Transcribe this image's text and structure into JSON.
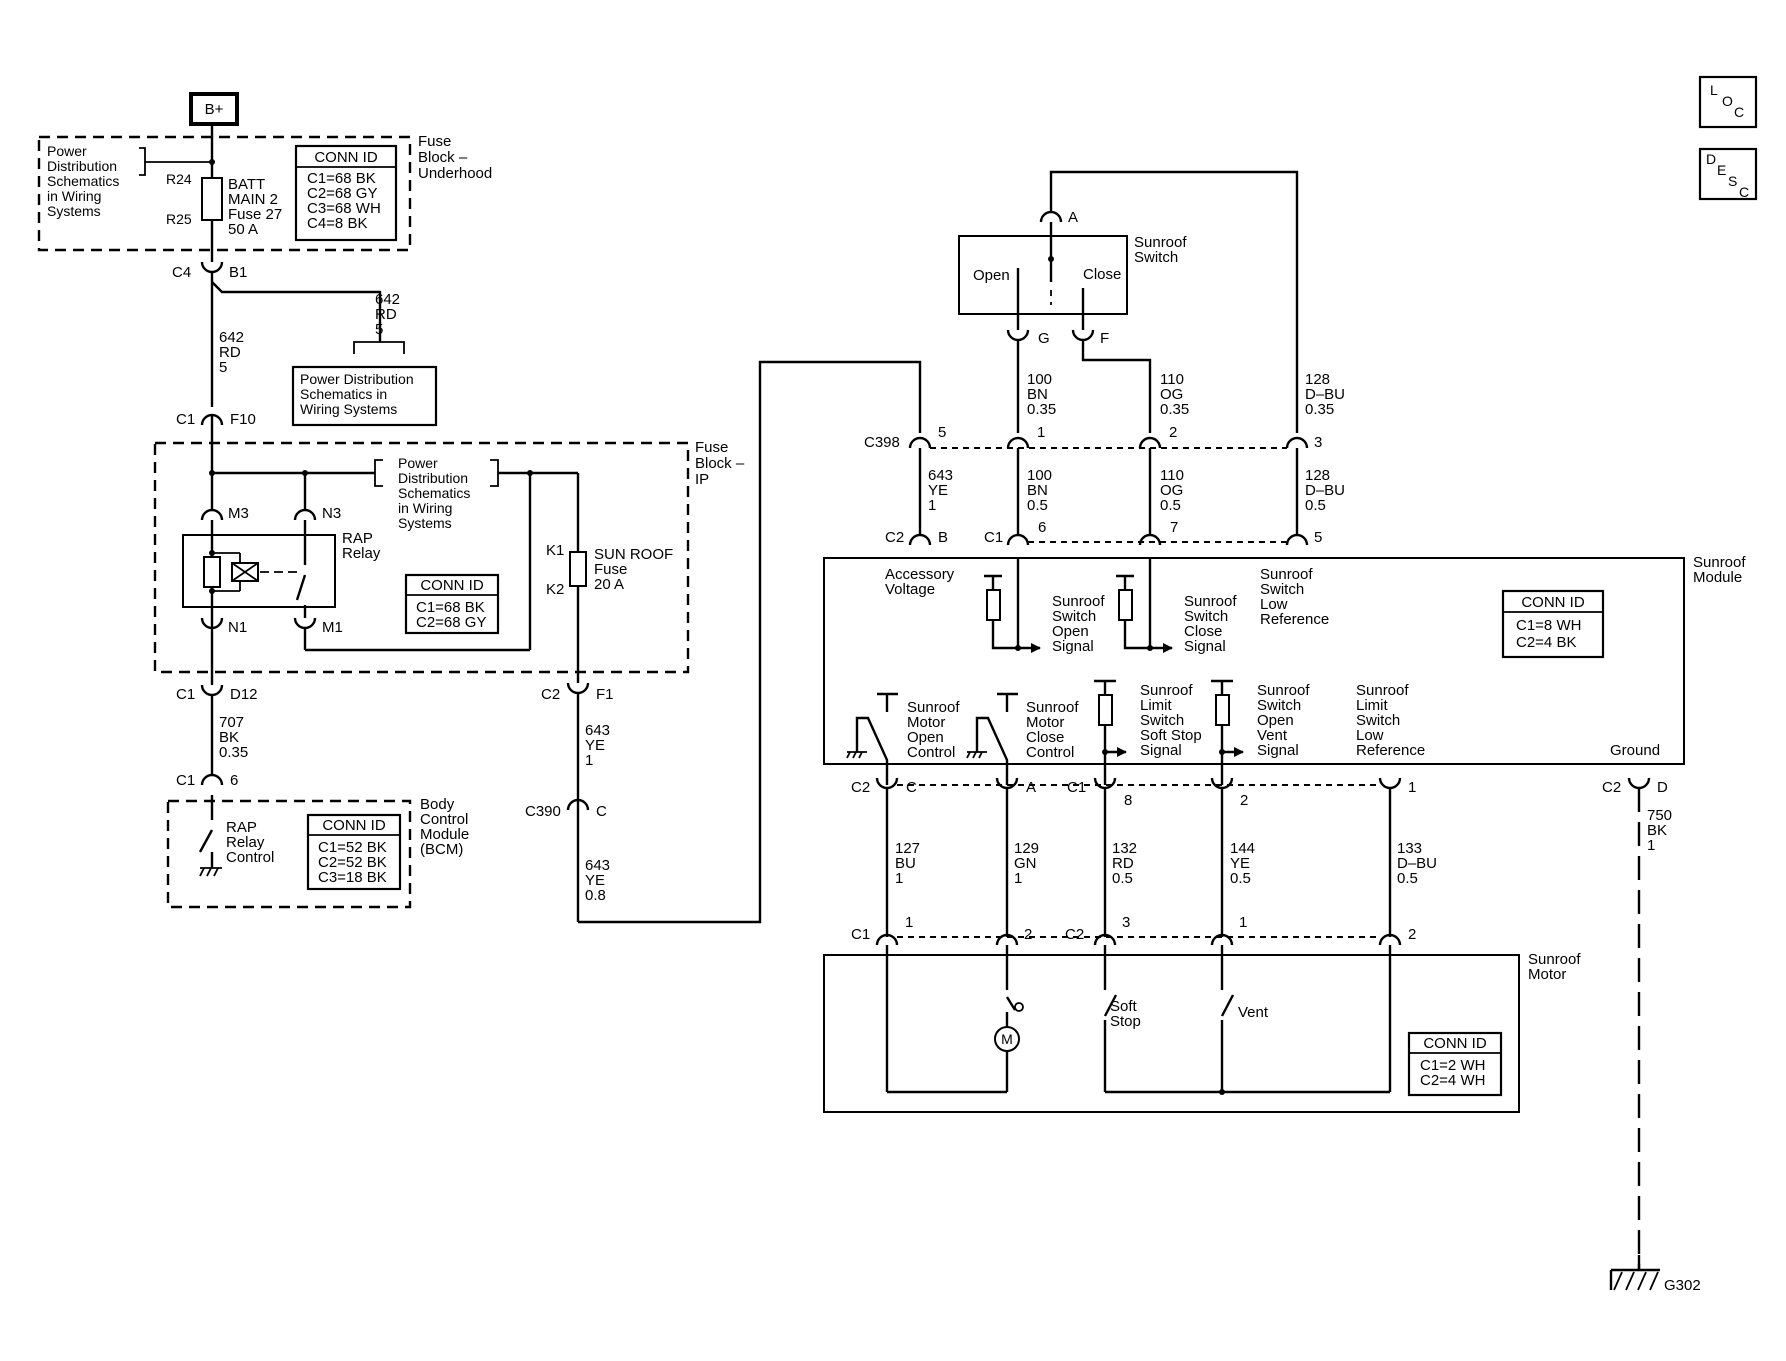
{
  "power": {
    "bplus": "B+"
  },
  "icons": {
    "loc": [
      "L",
      "O",
      "C"
    ],
    "desc": [
      "D",
      "E",
      "S",
      "C"
    ]
  },
  "fuse_block_underhood": {
    "title": [
      "Fuse",
      "Block –",
      "Underhood"
    ],
    "pds_ref": [
      "Power",
      "Distribution",
      "Schematics",
      "in Wiring",
      "Systems"
    ],
    "r24": "R24",
    "r25": "R25",
    "fuse": [
      "BATT",
      "MAIN 2",
      "Fuse 27",
      "50 A"
    ],
    "conn_id": {
      "title": "CONN ID",
      "lines": [
        "C1=68 BK",
        "C2=68 GY",
        "C3=68 WH",
        "C4=8 BK"
      ]
    },
    "c4": "C4",
    "b1": "B1"
  },
  "wire_642_branch": [
    "642",
    "RD",
    "5"
  ],
  "pds_box_top": [
    "Power Distribution",
    "Schematics in",
    "Wiring Systems"
  ],
  "wire_642_main": [
    "642",
    "RD",
    "5"
  ],
  "c1_f10": {
    "conn": "C1",
    "pin": "F10"
  },
  "fuse_block_ip": {
    "title": [
      "Fuse",
      "Block –",
      "IP"
    ],
    "pds_ref": [
      "Power",
      "Distribution",
      "Schematics",
      "in Wiring",
      "Systems"
    ],
    "m3": "M3",
    "n3": "N3",
    "n1": "N1",
    "m1": "M1",
    "relay_label": [
      "RAP",
      "Relay"
    ],
    "conn_id": {
      "title": "CONN ID",
      "lines": [
        "C1=68 BK",
        "C2=68 GY"
      ]
    },
    "k1": "K1",
    "k2": "K2",
    "fuse": [
      "SUN ROOF",
      "Fuse",
      "20 A"
    ]
  },
  "c1_d12": {
    "conn": "C1",
    "pin": "D12"
  },
  "c2_f1": {
    "conn": "C2",
    "pin": "F1"
  },
  "wire_707": [
    "707",
    "BK",
    "0.35"
  ],
  "wire_643_a": [
    "643",
    "YE",
    "1"
  ],
  "c390": {
    "conn": "C390",
    "pin": "C"
  },
  "wire_643_b": [
    "643",
    "YE",
    "0.8"
  ],
  "bcm": {
    "title": [
      "Body",
      "Control",
      "Module",
      "(BCM)"
    ],
    "conn": "C1",
    "pin": "6",
    "label": [
      "RAP",
      "Relay",
      "Control"
    ],
    "conn_id": {
      "title": "CONN ID",
      "lines": [
        "C1=52 BK",
        "C2=52 BK",
        "C3=18 BK"
      ]
    }
  },
  "sunroof_switch": {
    "title": [
      "Sunroof",
      "Switch"
    ],
    "open": "Open",
    "close": "Close",
    "pin_a": "A",
    "pin_g": "G",
    "pin_f": "F"
  },
  "wires_upper": [
    [
      "100",
      "BN",
      "0.35"
    ],
    [
      "110",
      "OG",
      "0.35"
    ],
    [
      "128",
      "D–BU",
      "0.35"
    ]
  ],
  "c398": {
    "conn": "C398",
    "pins": [
      "5",
      "1",
      "2",
      "3"
    ]
  },
  "wires_mid": [
    [
      "643",
      "YE",
      "1"
    ],
    [
      "100",
      "BN",
      "0.5"
    ],
    [
      "110",
      "OG",
      "0.5"
    ],
    [
      "128",
      "D–BU",
      "0.5"
    ]
  ],
  "module_top_conns": {
    "c2": "C2",
    "b": "B",
    "c1": "C1",
    "p6": "6",
    "p7": "7",
    "p5": "5"
  },
  "sunroof_module": {
    "title": [
      "Sunroof",
      "Module"
    ],
    "accessory": [
      "Accessory",
      "Voltage"
    ],
    "open_signal": [
      "Sunroof",
      "Switch",
      "Open",
      "Signal"
    ],
    "close_signal": [
      "Sunroof",
      "Switch",
      "Close",
      "Signal"
    ],
    "low_ref": [
      "Sunroof",
      "Switch",
      "Low",
      "Reference"
    ],
    "conn_id": {
      "title": "CONN ID",
      "lines": [
        "C1=8 WH",
        "C2=4 BK"
      ]
    },
    "motor_open": [
      "Sunroof",
      "Motor",
      "Open",
      "Control"
    ],
    "motor_close": [
      "Sunroof",
      "Motor",
      "Close",
      "Control"
    ],
    "soft_stop": [
      "Sunroof",
      "Limit",
      "Switch",
      "Soft Stop",
      "Signal"
    ],
    "vent_signal": [
      "Sunroof",
      "Switch",
      "Open",
      "Vent",
      "Signal"
    ],
    "limit_low_ref": [
      "Sunroof",
      "Limit",
      "Switch",
      "Low",
      "Reference"
    ],
    "ground": "Ground"
  },
  "module_bottom_conns": {
    "c2": "C2",
    "c": "C",
    "a": "A",
    "c1": "C1",
    "p8": "8",
    "p2": "2",
    "p1": "1",
    "c2b": "C2",
    "d": "D"
  },
  "wires_lower": [
    [
      "127",
      "BU",
      "1"
    ],
    [
      "129",
      "GN",
      "1"
    ],
    [
      "132",
      "RD",
      "0.5"
    ],
    [
      "144",
      "YE",
      "0.5"
    ],
    [
      "133",
      "D–BU",
      "0.5"
    ],
    [
      "750",
      "BK",
      "1"
    ]
  ],
  "motor_conns": {
    "c1": "C1",
    "p1": "1",
    "p2": "2",
    "c2": "C2",
    "p3": "3",
    "p1b": "1",
    "p2b": "2"
  },
  "sunroof_motor": {
    "title": [
      "Sunroof",
      "Motor"
    ],
    "motor": "M",
    "soft_stop": [
      "Soft",
      "Stop"
    ],
    "vent": "Vent",
    "conn_id": {
      "title": "CONN ID",
      "lines": [
        "C1=2 WH",
        "C2=4 WH"
      ]
    }
  },
  "ground": "G302"
}
